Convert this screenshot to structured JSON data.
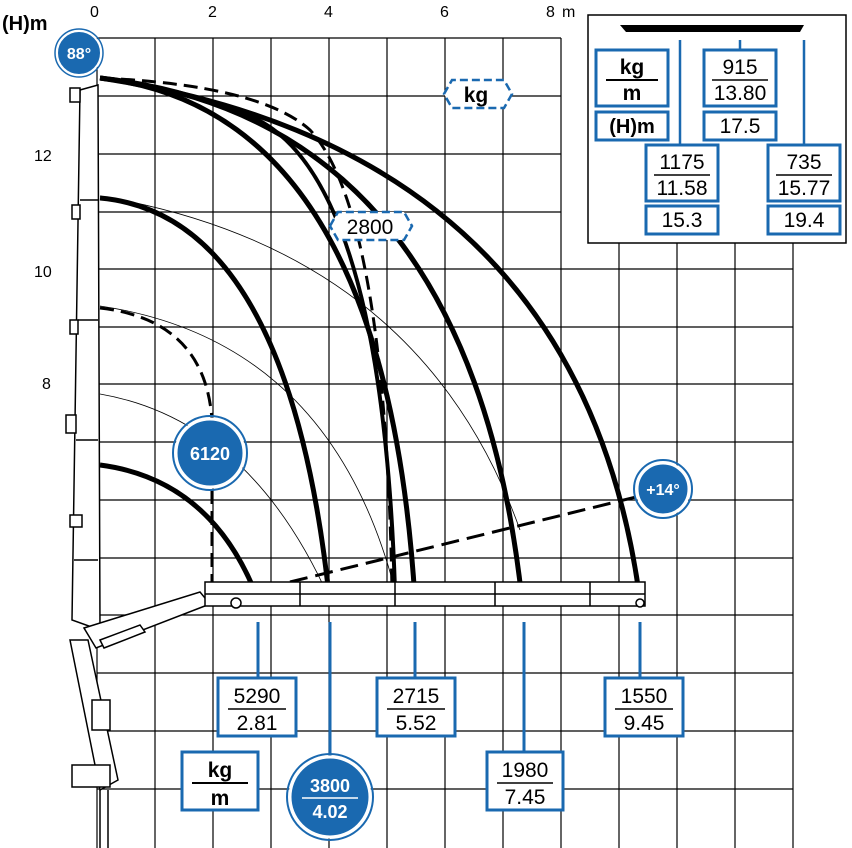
{
  "axes": {
    "y_unit_label": "(H)m",
    "x_unit_label": "m",
    "x_ticks": [
      "0",
      "2",
      "4",
      "6",
      "8"
    ],
    "y_ticks": [
      "12",
      "10",
      "8"
    ]
  },
  "badges": {
    "max_angle": "88°",
    "min_angle": "+14°",
    "load_6120": "6120",
    "kg_top": "kg",
    "load_2800": "2800"
  },
  "capacity_labels": [
    {
      "kg": "5290",
      "m": "2.81"
    },
    {
      "kg": "2715",
      "m": "5.52"
    },
    {
      "kg": "1550",
      "m": "9.45"
    },
    {
      "kg": "1980",
      "m": "7.45"
    }
  ],
  "capacity_circle": {
    "kg": "3800",
    "m": "4.02"
  },
  "legend": {
    "kg": "kg",
    "m": "m"
  },
  "inset": {
    "unit_kg": "kg",
    "unit_m": "m",
    "height_label": "(H)m",
    "values": [
      {
        "kg": "915",
        "m": "13.80",
        "h": "17.5"
      },
      {
        "kg": "1175",
        "m": "11.58",
        "h": "15.3"
      },
      {
        "kg": "735",
        "m": "15.77",
        "h": "19.4"
      }
    ]
  },
  "colors": {
    "accent": "#1a69b0",
    "line": "#000000",
    "grid": "#000000"
  }
}
